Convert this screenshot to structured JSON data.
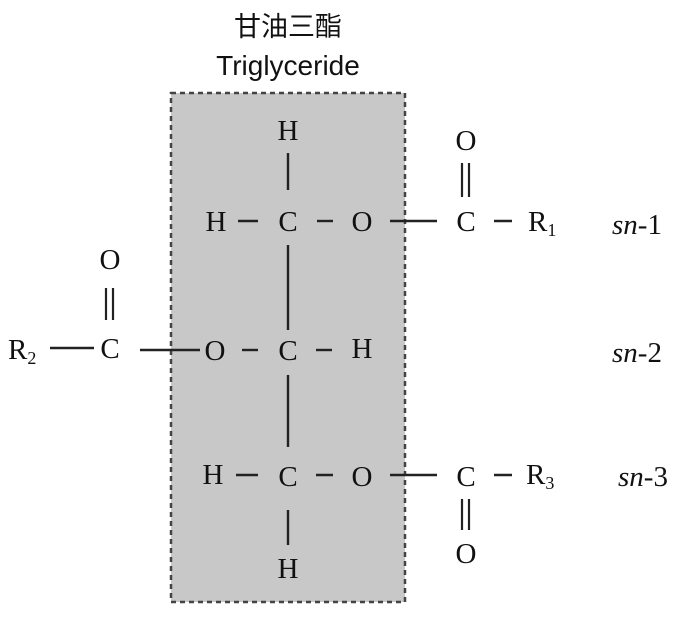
{
  "title": {
    "zh": "甘油三酯",
    "en": "Triglyceride"
  },
  "atoms": {
    "H": "H",
    "C": "C",
    "O": "O"
  },
  "r_groups": {
    "r1": {
      "letter": "R",
      "sub": "1"
    },
    "r2": {
      "letter": "R",
      "sub": "2"
    },
    "r3": {
      "letter": "R",
      "sub": "3"
    }
  },
  "positions": {
    "sn1": {
      "prefix": "sn",
      "suffix": "-1"
    },
    "sn2": {
      "prefix": "sn",
      "suffix": "-2"
    },
    "sn3": {
      "prefix": "sn",
      "suffix": "-3"
    }
  },
  "colors": {
    "glycerol_box_fill": "#c8c8c8",
    "glycerol_box_border": "#444444"
  }
}
